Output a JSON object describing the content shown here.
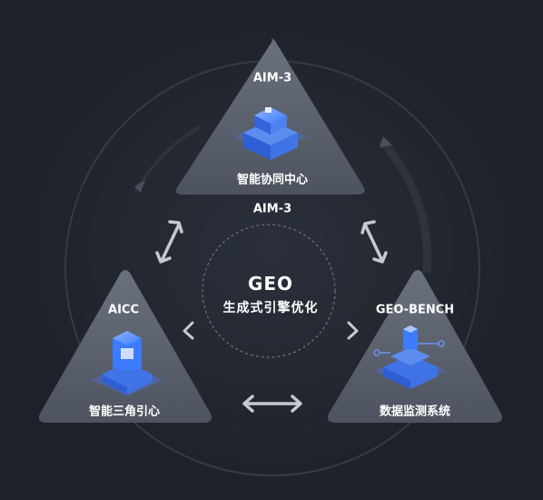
{
  "center": {
    "title": "GEO",
    "subtitle": "生成式引擎优化"
  },
  "nodes": {
    "top": {
      "title": "AIM-3",
      "caption": "智能协同中心",
      "icon": "building-icon"
    },
    "left": {
      "title": "AICC",
      "caption": "智能三角引心",
      "icon": "cube-tower-icon"
    },
    "right": {
      "title": "GEO-BENCH",
      "caption": "数据监测系统",
      "icon": "server-stack-icon"
    }
  },
  "inner_label": "AIM-3",
  "colors": {
    "background": "#1d2129",
    "triangle_fill": "#5b6270",
    "icon_blue": "#3d7bff",
    "ring": "#3a404b",
    "arrow": "#c5c9d2"
  }
}
